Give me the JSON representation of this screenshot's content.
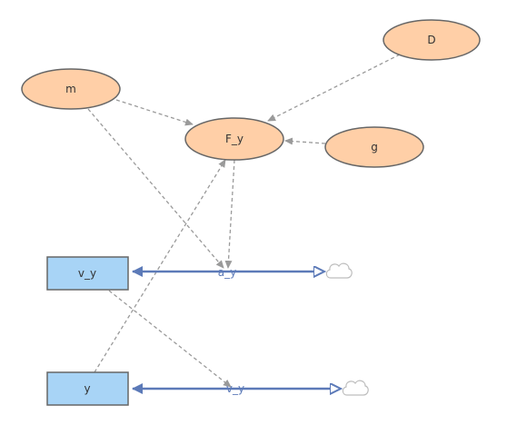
{
  "nodes": {
    "D": "D",
    "m": "m",
    "F_y": "F_y",
    "g": "g",
    "v_y": "v_y",
    "y": "y"
  },
  "flows": {
    "a_y": "a_y",
    "v_y": "v_y"
  },
  "colors": {
    "aux_fill": "#ffcfa7",
    "aux_stroke": "#666666",
    "stock_fill": "#a8d4f6",
    "stock_stroke": "#666666",
    "flow": "#5c7ab8",
    "link": "#9a9a9a",
    "cloud_stroke": "#bdbdbd"
  }
}
